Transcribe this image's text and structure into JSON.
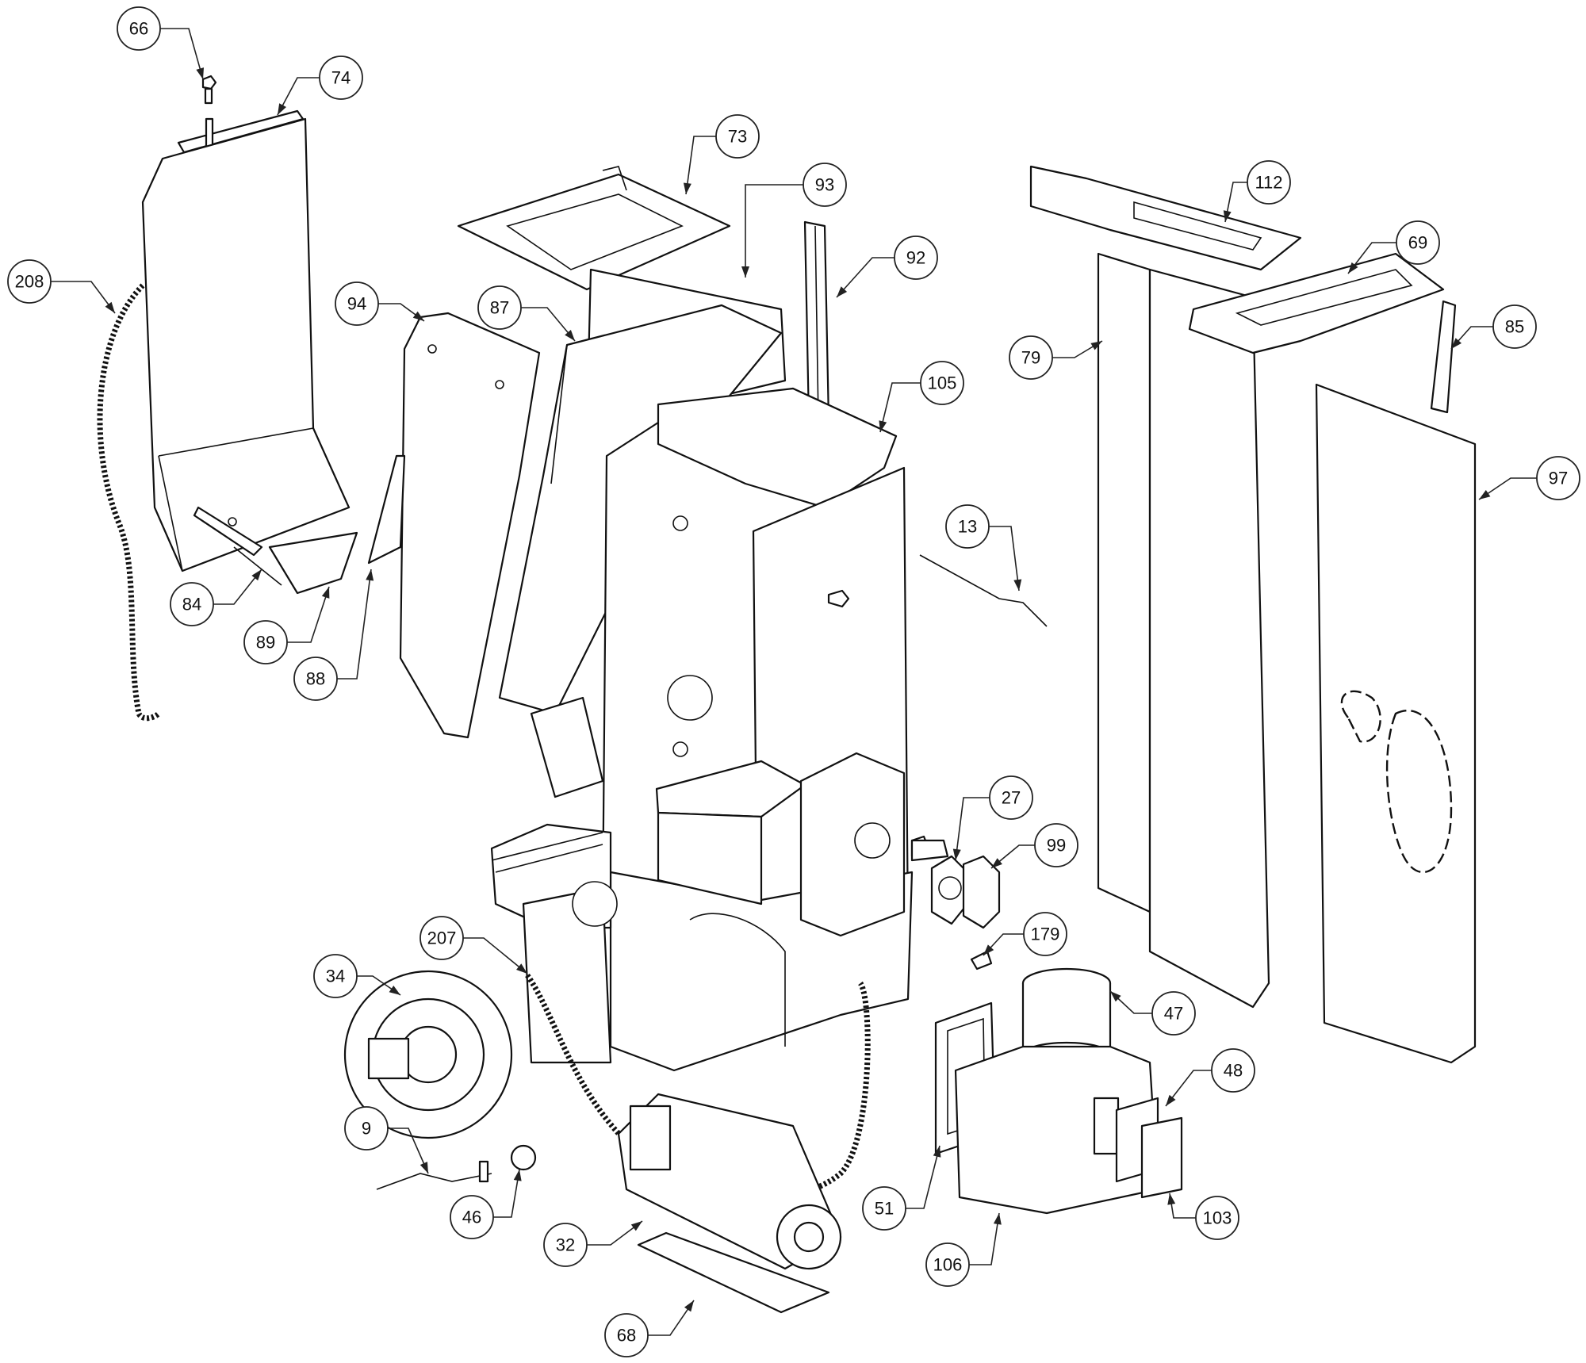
{
  "callouts": [
    {
      "id": "66",
      "label": "66"
    },
    {
      "id": "74",
      "label": "74"
    },
    {
      "id": "73",
      "label": "73"
    },
    {
      "id": "93",
      "label": "93"
    },
    {
      "id": "92",
      "label": "92"
    },
    {
      "id": "94",
      "label": "94"
    },
    {
      "id": "87",
      "label": "87"
    },
    {
      "id": "105",
      "label": "105"
    },
    {
      "id": "208",
      "label": "208"
    },
    {
      "id": "84",
      "label": "84"
    },
    {
      "id": "89",
      "label": "89"
    },
    {
      "id": "88",
      "label": "88"
    },
    {
      "id": "112",
      "label": "112"
    },
    {
      "id": "69",
      "label": "69"
    },
    {
      "id": "85",
      "label": "85"
    },
    {
      "id": "79",
      "label": "79"
    },
    {
      "id": "97",
      "label": "97"
    },
    {
      "id": "13",
      "label": "13"
    },
    {
      "id": "27",
      "label": "27"
    },
    {
      "id": "99",
      "label": "99"
    },
    {
      "id": "179",
      "label": "179"
    },
    {
      "id": "47",
      "label": "47"
    },
    {
      "id": "207",
      "label": "207"
    },
    {
      "id": "34",
      "label": "34"
    },
    {
      "id": "48",
      "label": "48"
    },
    {
      "id": "9",
      "label": "9"
    },
    {
      "id": "46",
      "label": "46"
    },
    {
      "id": "51",
      "label": "51"
    },
    {
      "id": "103",
      "label": "103"
    },
    {
      "id": "32",
      "label": "32"
    },
    {
      "id": "106",
      "label": "106"
    },
    {
      "id": "68",
      "label": "68"
    }
  ]
}
